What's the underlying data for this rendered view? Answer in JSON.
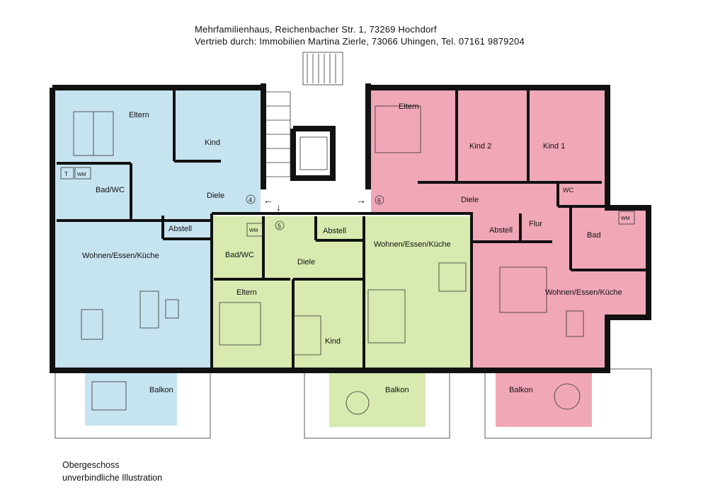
{
  "header": {
    "line1": "Mehrfamilienhaus, Reichenbacher Str. 1, 73269 Hochdorf",
    "line2": "Vertrieb durch: Immobilien Martina Zierle, 73066 Uhingen, Tel. 07161 9879204"
  },
  "footer": {
    "floor": "Obergeschoss",
    "note": "unverbindliche Illustration"
  },
  "colors": {
    "unit4": "#c6e3f0",
    "unit5": "#d8eaaf",
    "unit6": "#f0a7b8",
    "walls": "#111111"
  },
  "units": [
    {
      "number": "4",
      "rooms": [
        "Eltern",
        "Kind",
        "Bad/WC",
        "Diele",
        "Abstell",
        "Wohnen/Essen/Küche",
        "Balkon"
      ]
    },
    {
      "number": "5",
      "rooms": [
        "Bad/WC",
        "Abstell",
        "Diele",
        "Eltern",
        "Kind",
        "Wohnen/Essen/Küche",
        "Balkon"
      ]
    },
    {
      "number": "6",
      "rooms": [
        "Eltern",
        "Kind 2",
        "Kind 1",
        "Diele",
        "WC",
        "Flur",
        "Abstell",
        "Bad",
        "Wohnen/Essen/Küche",
        "Balkon"
      ]
    }
  ],
  "fixtures": {
    "dryer": "T",
    "washer": "WM"
  }
}
